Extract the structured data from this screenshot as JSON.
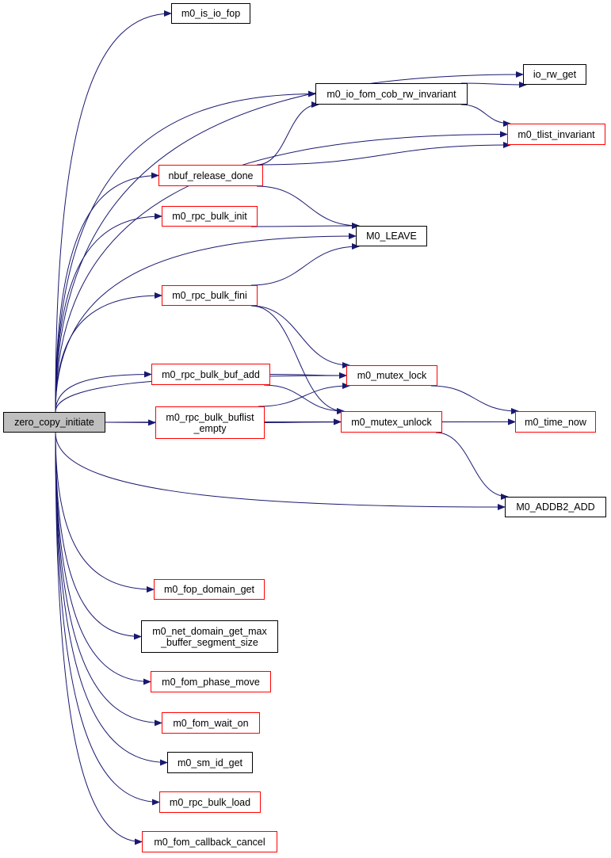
{
  "colors": {
    "edge": "#191970",
    "red_border": "#ff0000",
    "black_border": "#000000",
    "root_fill": "#bfbfbf"
  },
  "nodes": [
    {
      "id": "root",
      "lines": [
        "zero_copy_initiate"
      ],
      "style": "root"
    },
    {
      "id": "is_io_fop",
      "lines": [
        "m0_is_io_fop"
      ],
      "style": "black"
    },
    {
      "id": "io_rw_get",
      "lines": [
        "io_rw_get"
      ],
      "style": "black"
    },
    {
      "id": "cob_inv",
      "lines": [
        "m0_io_fom_cob_rw_invariant"
      ],
      "style": "black"
    },
    {
      "id": "tlist_inv",
      "lines": [
        "m0_tlist_invariant"
      ],
      "style": "red"
    },
    {
      "id": "nbuf",
      "lines": [
        "nbuf_release_done"
      ],
      "style": "red"
    },
    {
      "id": "bulk_init",
      "lines": [
        "m0_rpc_bulk_init"
      ],
      "style": "red"
    },
    {
      "id": "leave",
      "lines": [
        "M0_LEAVE"
      ],
      "style": "black"
    },
    {
      "id": "bulk_fini",
      "lines": [
        "m0_rpc_bulk_fini"
      ],
      "style": "red"
    },
    {
      "id": "buf_add",
      "lines": [
        "m0_rpc_bulk_buf_add"
      ],
      "style": "red"
    },
    {
      "id": "mutex_lock",
      "lines": [
        "m0_mutex_lock"
      ],
      "style": "red"
    },
    {
      "id": "buflist",
      "lines": [
        "m0_rpc_bulk_buflist",
        "_empty"
      ],
      "style": "red"
    },
    {
      "id": "mutex_unlock",
      "lines": [
        "m0_mutex_unlock"
      ],
      "style": "red"
    },
    {
      "id": "time_now",
      "lines": [
        "m0_time_now"
      ],
      "style": "red"
    },
    {
      "id": "addb2",
      "lines": [
        "M0_ADDB2_ADD"
      ],
      "style": "black"
    },
    {
      "id": "fop_domain",
      "lines": [
        "m0_fop_domain_get"
      ],
      "style": "red"
    },
    {
      "id": "net_domain",
      "lines": [
        "m0_net_domain_get_max",
        "_buffer_segment_size"
      ],
      "style": "black"
    },
    {
      "id": "phase_move",
      "lines": [
        "m0_fom_phase_move"
      ],
      "style": "red"
    },
    {
      "id": "wait_on",
      "lines": [
        "m0_fom_wait_on"
      ],
      "style": "red"
    },
    {
      "id": "sm_id",
      "lines": [
        "m0_sm_id_get"
      ],
      "style": "black"
    },
    {
      "id": "bulk_load",
      "lines": [
        "m0_rpc_bulk_load"
      ],
      "style": "red"
    },
    {
      "id": "cb_cancel",
      "lines": [
        "m0_fom_callback_cancel"
      ],
      "style": "red"
    }
  ],
  "edges": [
    [
      "root",
      "is_io_fop"
    ],
    [
      "root",
      "io_rw_get"
    ],
    [
      "root",
      "cob_inv"
    ],
    [
      "root",
      "tlist_inv"
    ],
    [
      "root",
      "nbuf"
    ],
    [
      "root",
      "bulk_init"
    ],
    [
      "root",
      "leave"
    ],
    [
      "root",
      "bulk_fini"
    ],
    [
      "root",
      "mutex_lock"
    ],
    [
      "root",
      "buf_add"
    ],
    [
      "root",
      "buflist"
    ],
    [
      "root",
      "mutex_unlock"
    ],
    [
      "root",
      "time_now"
    ],
    [
      "root",
      "addb2"
    ],
    [
      "root",
      "fop_domain"
    ],
    [
      "root",
      "net_domain"
    ],
    [
      "root",
      "phase_move"
    ],
    [
      "root",
      "wait_on"
    ],
    [
      "root",
      "sm_id"
    ],
    [
      "root",
      "bulk_load"
    ],
    [
      "root",
      "cb_cancel"
    ],
    [
      "cob_inv",
      "io_rw_get"
    ],
    [
      "cob_inv",
      "tlist_inv"
    ],
    [
      "nbuf",
      "cob_inv"
    ],
    [
      "nbuf",
      "tlist_inv"
    ],
    [
      "nbuf",
      "leave"
    ],
    [
      "bulk_init",
      "leave"
    ],
    [
      "bulk_fini",
      "leave"
    ],
    [
      "bulk_fini",
      "mutex_lock"
    ],
    [
      "bulk_fini",
      "mutex_unlock"
    ],
    [
      "buf_add",
      "mutex_lock"
    ],
    [
      "buf_add",
      "mutex_unlock"
    ],
    [
      "buflist",
      "mutex_lock"
    ],
    [
      "buflist",
      "mutex_unlock"
    ],
    [
      "mutex_lock",
      "time_now"
    ],
    [
      "mutex_unlock",
      "time_now"
    ],
    [
      "mutex_unlock",
      "addb2"
    ]
  ]
}
